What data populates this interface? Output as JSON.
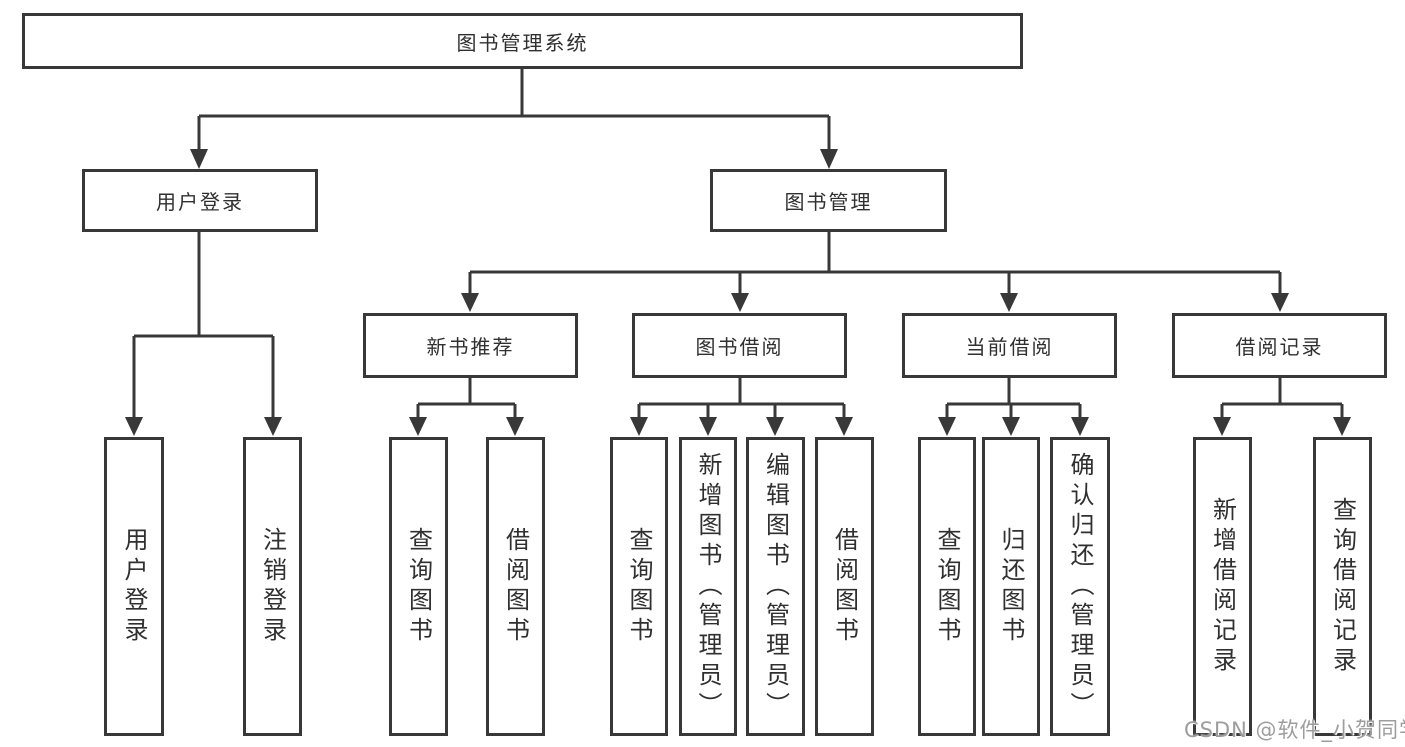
{
  "diagram": {
    "title": "图书管理系统",
    "type": "hierarchy-tree",
    "colors": {
      "background": "#ffffff",
      "line": "#383838",
      "box_border": "#383838",
      "text": "#303030",
      "watermark_text": "#9d9d9d"
    },
    "nodes": {
      "root": {
        "label": "图书管理系统"
      },
      "userLogin": {
        "label": "用户登录"
      },
      "bookMgmt": {
        "label": "图书管理"
      },
      "userLoginLeaf": {
        "label": "用户登录"
      },
      "logoutLeaf": {
        "label": "注销登录"
      },
      "newBookRec": {
        "label": "新书推荐"
      },
      "bookBorrow": {
        "label": "图书借阅"
      },
      "currentBorrow": {
        "label": "当前借阅"
      },
      "borrowRecords": {
        "label": "借阅记录"
      },
      "nbrQuery": {
        "label": "查询图书"
      },
      "nbrBorrow": {
        "label": "借阅图书"
      },
      "bbQuery": {
        "label": "查询图书"
      },
      "bbAdd": {
        "label": "新增图书（管理员）"
      },
      "bbEdit": {
        "label": "编辑图书（管理员）"
      },
      "bbBorrow": {
        "label": "借阅图书"
      },
      "cbQuery": {
        "label": "查询图书"
      },
      "cbReturn": {
        "label": "归还图书"
      },
      "cbConfirm": {
        "label": "确认归还（管理员）"
      },
      "brAdd": {
        "label": "新增借阅记录"
      },
      "brQuery": {
        "label": "查询借阅记录"
      }
    },
    "edges": [
      [
        "root",
        "userLogin"
      ],
      [
        "root",
        "bookMgmt"
      ],
      [
        "userLogin",
        "userLoginLeaf"
      ],
      [
        "userLogin",
        "logoutLeaf"
      ],
      [
        "bookMgmt",
        "newBookRec"
      ],
      [
        "bookMgmt",
        "bookBorrow"
      ],
      [
        "bookMgmt",
        "currentBorrow"
      ],
      [
        "bookMgmt",
        "borrowRecords"
      ],
      [
        "newBookRec",
        "nbrQuery"
      ],
      [
        "newBookRec",
        "nbrBorrow"
      ],
      [
        "bookBorrow",
        "bbQuery"
      ],
      [
        "bookBorrow",
        "bbAdd"
      ],
      [
        "bookBorrow",
        "bbEdit"
      ],
      [
        "bookBorrow",
        "bbBorrow"
      ],
      [
        "currentBorrow",
        "cbQuery"
      ],
      [
        "currentBorrow",
        "cbReturn"
      ],
      [
        "currentBorrow",
        "cbConfirm"
      ],
      [
        "borrowRecords",
        "brAdd"
      ],
      [
        "borrowRecords",
        "brQuery"
      ]
    ],
    "watermark": {
      "text": "CSDN @软件_小贺同学"
    }
  }
}
